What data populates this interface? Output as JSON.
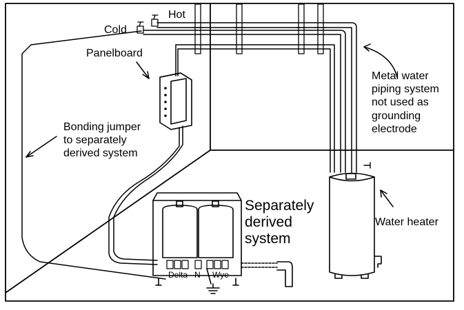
{
  "labels": {
    "hot": "Hot",
    "cold": "Cold",
    "panelboard": "Panelboard",
    "bonding_jumper": [
      "Bonding jumper",
      "to separately",
      "derived system"
    ],
    "metal_water_piping": [
      "Metal water",
      "piping system",
      "not used as",
      "grounding",
      "electrode"
    ],
    "water_heater": "Water heater",
    "separately_derived_system": [
      "Separately",
      "derived",
      "system"
    ],
    "delta": "Delta",
    "neutral": "N",
    "wye": "Wye"
  },
  "colors": {
    "ink": "#000000",
    "background": "#ffffff"
  },
  "icons": [
    "ground-symbol-icon",
    "valve-icon"
  ]
}
